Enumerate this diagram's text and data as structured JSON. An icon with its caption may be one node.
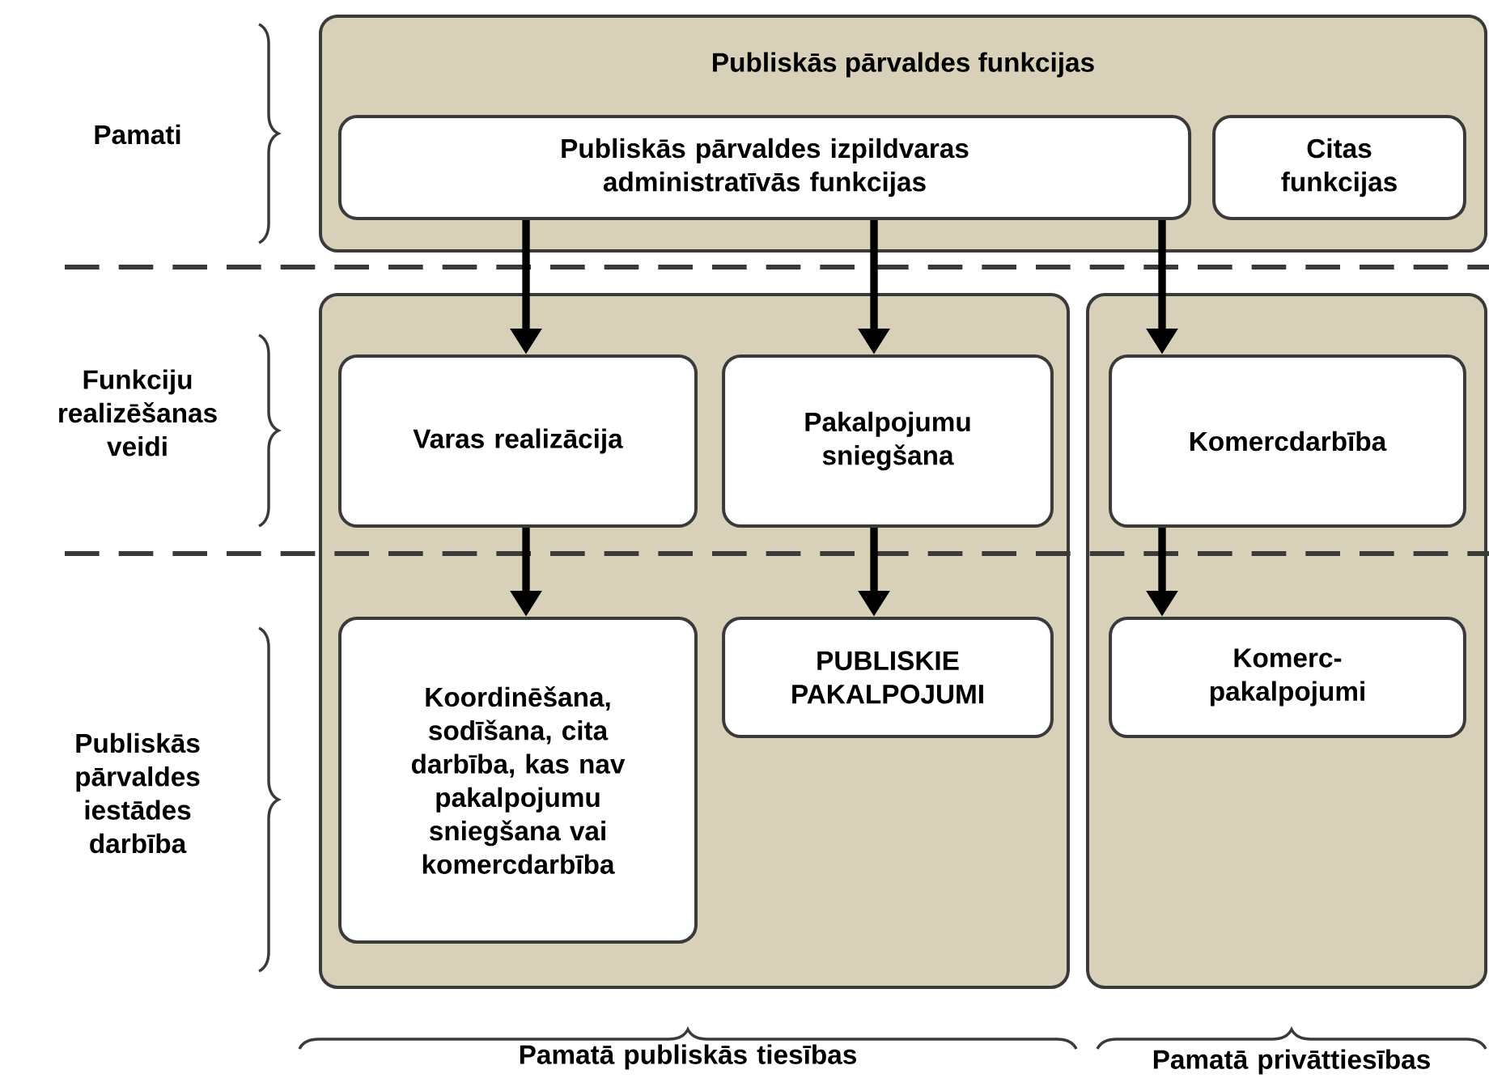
{
  "diagram": {
    "nodes": [
      {
        "text": [
          "Publiskās pārvaldes funkcijas"
        ]
      },
      {
        "text": [
          "Publiskās pārvaldes izpildvaras administratīvās funkcijas"
        ],
        "in": 0
      },
      {
        "text": [
          "Citas funkcijas"
        ],
        "in": 0
      },
      {
        "text": [],
        "shape": "box"
      },
      {
        "text": [],
        "shape": "box"
      },
      {
        "text": [
          "Varas realizācija"
        ],
        "in": 3
      },
      {
        "text": [
          "Pakalpojumu sniegšana"
        ],
        "in": 3
      },
      {
        "text": [
          "Komercdarbība"
        ],
        "in": 4
      },
      {
        "text": [
          "Koordinēšana, sodīšana, cita darbība, kas nav pakalpojumu sniegšana vai komercdarbība"
        ],
        "in": 3
      },
      {
        "text": [
          "PUBLISKIE PAKALPOJUMI"
        ],
        "in": 3
      },
      {
        "text": [
          "Komerc- pakalpojumi"
        ],
        "in": 4
      }
    ],
    "edges": [
      {
        "from": 1,
        "to": 5,
        "arrow": "to"
      },
      {
        "from": 1,
        "to": 6,
        "arrow": "to"
      },
      {
        "from": 1,
        "to": 7,
        "arrow": "to"
      },
      {
        "from": 5,
        "to": 8,
        "arrow": "to"
      },
      {
        "from": 6,
        "to": 9,
        "arrow": "to"
      },
      {
        "from": 7,
        "to": 10,
        "arrow": "to"
      }
    ],
    "labels": [
      "Pamati",
      "Funkciju realizēšanas veidi",
      "Publiskās pārvaldes iestādes darbība",
      "Pamatā publiskās tiesības",
      "Pamatā privāttiesības"
    ]
  }
}
